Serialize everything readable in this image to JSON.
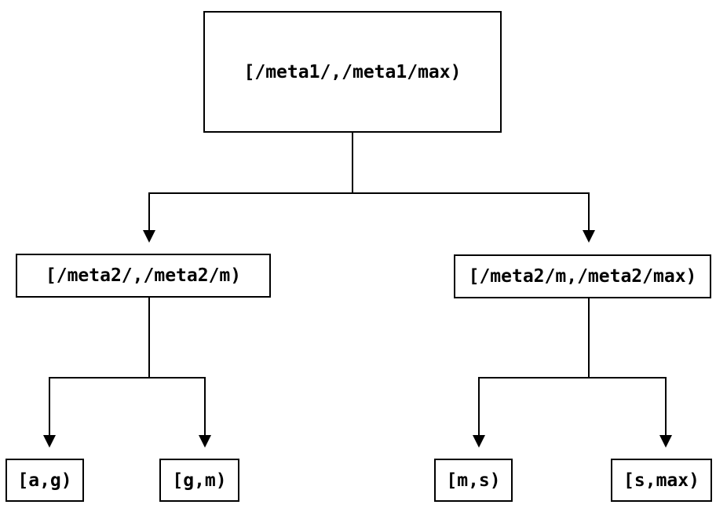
{
  "diagram": {
    "type": "tree",
    "background_color": "#ffffff",
    "line_color": "#000000",
    "nodes": {
      "root": {
        "label": "[/meta1/,/meta1/max)"
      },
      "left": {
        "label": "[/meta2/,/meta2/m)"
      },
      "right": {
        "label": "[/meta2/m,/meta2/max)"
      },
      "leaf_ag": {
        "label": "[a,g)"
      },
      "leaf_gm": {
        "label": "[g,m)"
      },
      "leaf_ms": {
        "label": "[m,s)"
      },
      "leaf_smax": {
        "label": "[s,max)"
      }
    },
    "edges": [
      {
        "from": "root",
        "to": "left"
      },
      {
        "from": "root",
        "to": "right"
      },
      {
        "from": "left",
        "to": "leaf_ag"
      },
      {
        "from": "left",
        "to": "leaf_gm"
      },
      {
        "from": "right",
        "to": "leaf_ms"
      },
      {
        "from": "right",
        "to": "leaf_smax"
      }
    ]
  }
}
